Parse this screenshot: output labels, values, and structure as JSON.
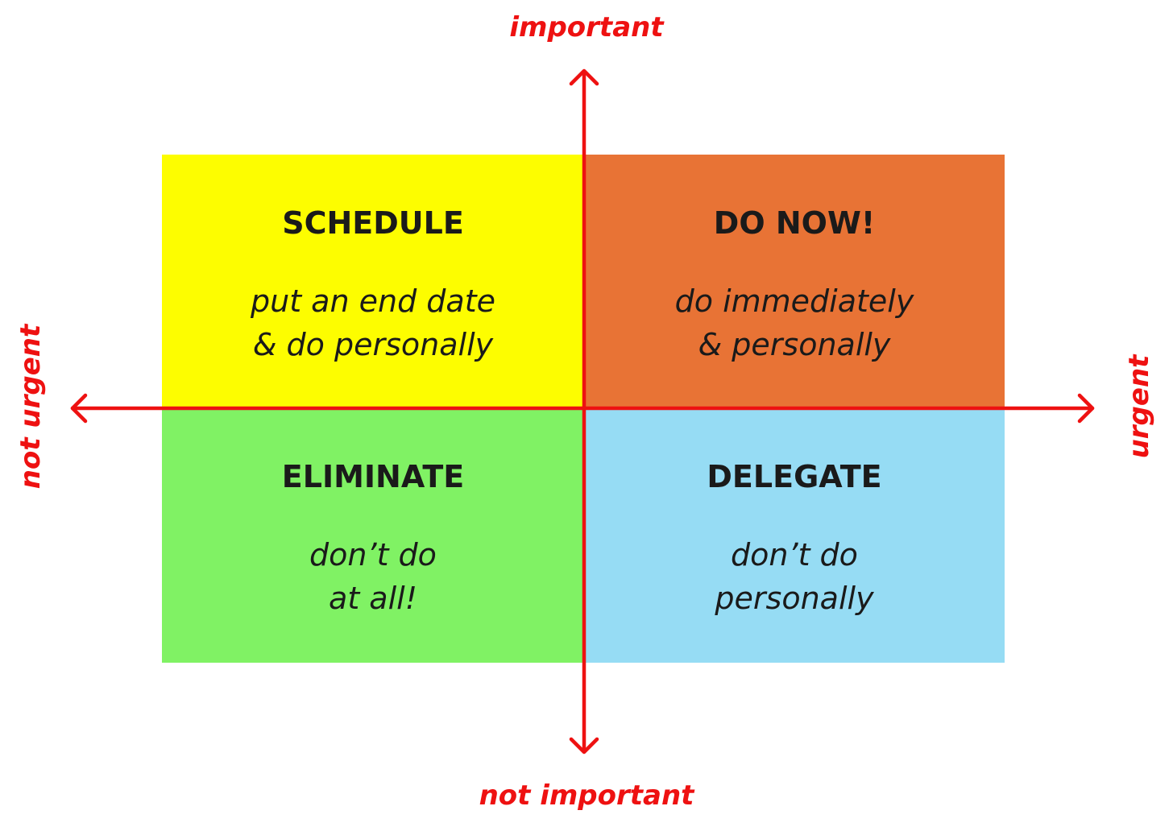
{
  "colors": {
    "schedule": "#fdfd00",
    "do_now": "#e87335",
    "eliminate": "#80f264",
    "delegate": "#96dcf4",
    "axis": "#ee1111"
  },
  "axes": {
    "top_label": "important",
    "bottom_label": "not important",
    "left_label": "not urgent",
    "right_label": "urgent"
  },
  "quadrants": {
    "schedule": {
      "title": "SCHEDULE",
      "line1": "put an end date",
      "line2": "& do personally"
    },
    "do_now": {
      "title": "DO NOW!",
      "line1": "do immediately",
      "line2": "& personally"
    },
    "eliminate": {
      "title": "ELIMINATE",
      "line1": "don’t do",
      "line2": "at all!"
    },
    "delegate": {
      "title": "DELEGATE",
      "line1": "don’t do",
      "line2": "personally"
    }
  }
}
